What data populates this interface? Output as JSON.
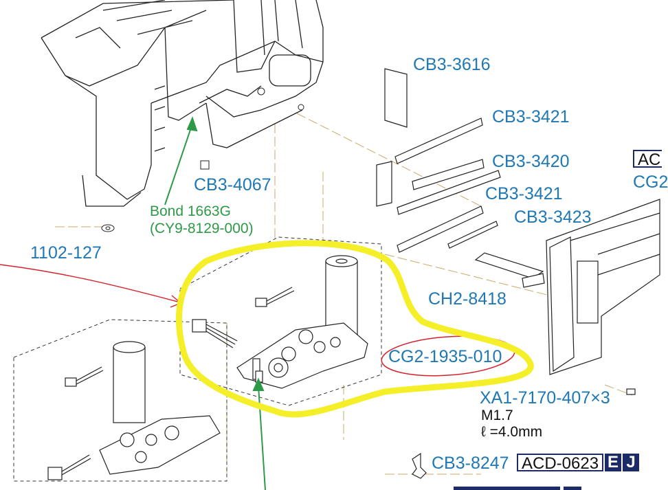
{
  "labels": {
    "cb3_3616": "CB3-3616",
    "cb3_3421_a": "CB3-3421",
    "cb3_3420": "CB3-3420",
    "cb3_3421_b": "CB3-3421",
    "cb3_3423": "CB3-3423",
    "cb3_4067": "CB3-4067",
    "bond_line1": "Bond 1663G",
    "bond_line2": "(CY9-8129-000)",
    "p1102_127": "1102-127",
    "ch2_8418": "CH2-8418",
    "cg2_1935_010": "CG2-1935-010",
    "xa1_7170_407": "XA1-7170-407×3",
    "m1_7": "M1.7",
    "length": "ℓ =4.0mm",
    "cb3_8247": "CB3-8247",
    "cg2_cut": "CG2",
    "ac_cut": "AC"
  },
  "ref_box": {
    "code": "ACD-0623",
    "tag_e": "E",
    "tag_j": "J"
  },
  "colors": {
    "callout_blue": "#1f78b4",
    "bond_green": "#2c9a46",
    "highlight_yellow": "#f5ef2a",
    "annotation_red": "#d6202a",
    "ref_navy": "#1c2a66"
  }
}
